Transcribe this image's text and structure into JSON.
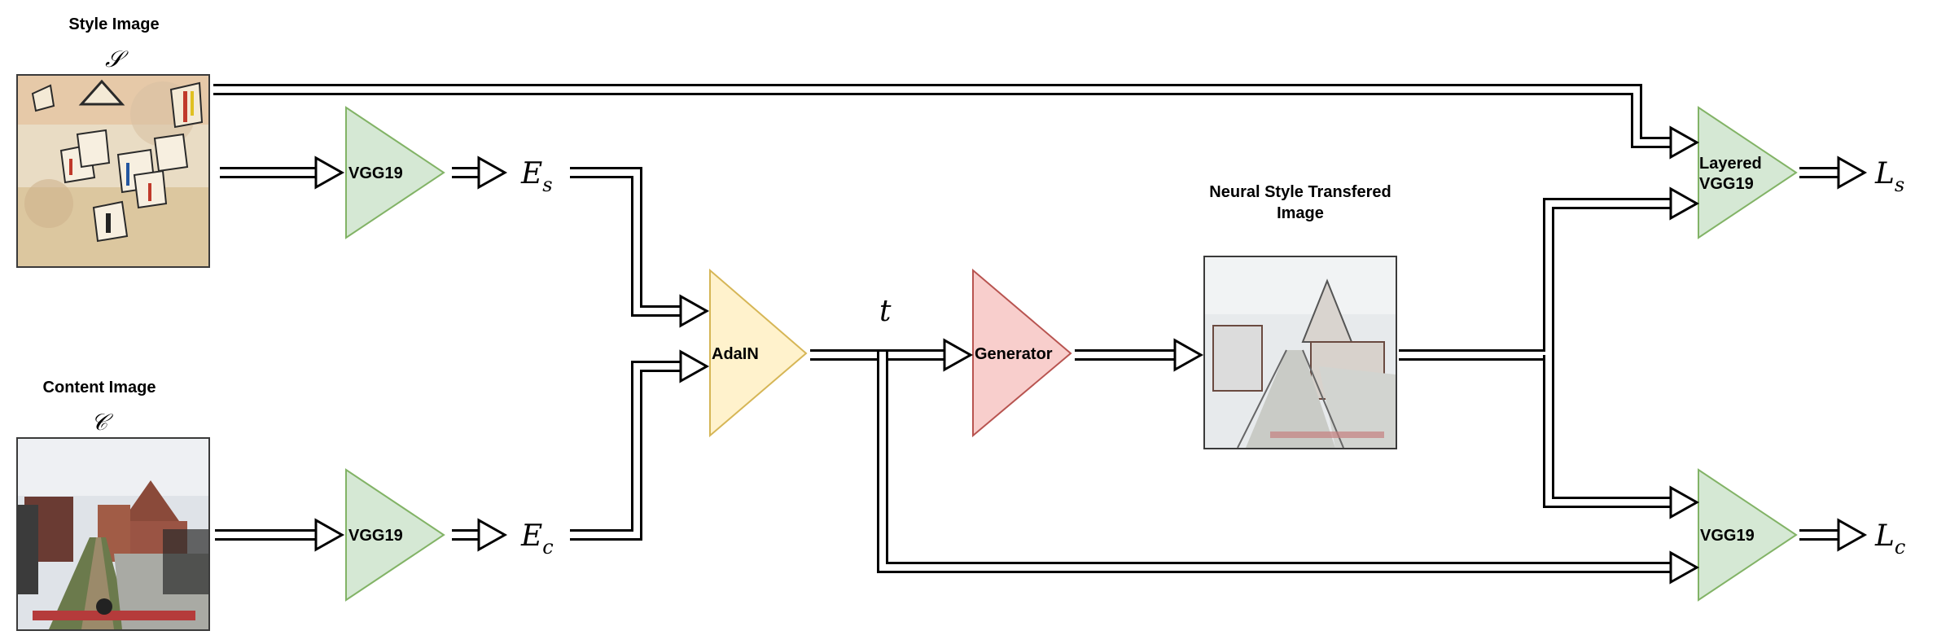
{
  "style_image": {
    "title": "Style Image",
    "symbol": "𝒮"
  },
  "content_image": {
    "title": "Content Image",
    "symbol": "𝒞"
  },
  "blocks": {
    "vgg_style": "VGG19",
    "vgg_content": "VGG19",
    "adain": "AdaIN",
    "generator": "Generator",
    "layered_vgg_line1": "Layered",
    "layered_vgg_line2": "VGG19",
    "vgg_loss": "VGG19"
  },
  "symbols": {
    "es_main": "E",
    "es_sub": "s",
    "ec_main": "E",
    "ec_sub": "c",
    "t": "t",
    "ls_main": "L",
    "ls_sub": "s",
    "lc_main": "L",
    "lc_sub": "c"
  },
  "output_image": {
    "title_line1": "Neural Style Transfered",
    "title_line2": "Image"
  },
  "colors": {
    "vgg_fill": "#d5e8d4",
    "vgg_stroke": "#82b366",
    "adain_fill": "#fff2cc",
    "adain_stroke": "#d6b656",
    "generator_fill": "#f8cecc",
    "generator_stroke": "#b85450"
  }
}
